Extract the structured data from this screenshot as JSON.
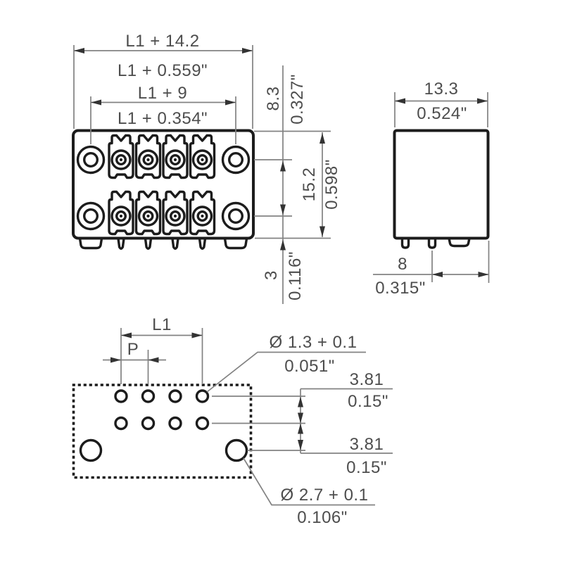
{
  "drawing_title": "PCB header dimensional drawing (front, side and board drilling views)",
  "colors": {
    "outline": "#1c1c1c",
    "dimension_line": "#828282",
    "text": "#4d4d4d",
    "background": "#ffffff"
  },
  "views": {
    "front": {
      "width_outer_mm": "L1 + 14.2",
      "width_outer_in": "L1 + 0.559\"",
      "width_inner_mm": "L1 + 9",
      "width_inner_in": "L1 + 0.354\"",
      "row_spacing_mm": "8.3",
      "row_spacing_in": "0.327\"",
      "height_mm": "15.2",
      "height_in": "0.598\"",
      "pin_length_mm": "3",
      "pin_length_in": "0.116\""
    },
    "side": {
      "depth_mm": "13.3",
      "depth_in": "0.524\"",
      "pin_to_edge_mm": "8",
      "pin_to_edge_in": "0.315\""
    },
    "footprint": {
      "length_label": "L1",
      "pitch_label": "P",
      "small_hole_mm": "Ø 1.3 + 0.1",
      "small_hole_in": "0.051\"",
      "row_gap_top_mm": "3.81",
      "row_gap_top_in": "0.15\"",
      "row_gap_bottom_mm": "3.81",
      "row_gap_bottom_in": "0.15\"",
      "large_hole_mm": "Ø 2.7 + 0.1",
      "large_hole_in": "0.106\""
    }
  }
}
